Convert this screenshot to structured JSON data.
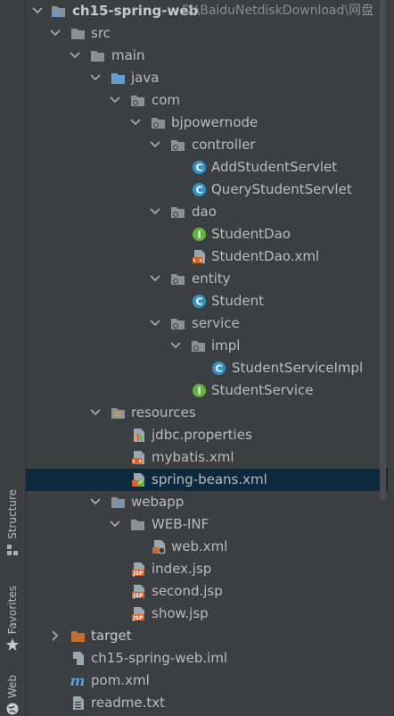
{
  "side_tabs": {
    "structure": "Structure",
    "favorites": "Favorites",
    "web": "Web"
  },
  "project": {
    "name": "ch15-spring-web",
    "path": "D:\\BaiduNetdiskDownload\\网盘"
  },
  "tree": {
    "src": "src",
    "main": "main",
    "java": "java",
    "com": "com",
    "bjpowernode": "bjpowernode",
    "controller": "controller",
    "add_student_servlet": "AddStudentServlet",
    "query_student_servlet": "QueryStudentServlet",
    "dao": "dao",
    "student_dao": "StudentDao",
    "student_dao_xml": "StudentDao.xml",
    "entity": "entity",
    "student": "Student",
    "service": "service",
    "impl": "impl",
    "student_service_impl": "StudentServiceImpl",
    "student_service": "StudentService",
    "resources": "resources",
    "jdbc_properties": "jdbc.properties",
    "mybatis_xml": "mybatis.xml",
    "spring_beans_xml": "spring-beans.xml",
    "webapp": "webapp",
    "web_inf": "WEB-INF",
    "web_xml": "web.xml",
    "index_jsp": "index.jsp",
    "second_jsp": "second.jsp",
    "show_jsp": "show.jsp",
    "target": "target",
    "iml": "ch15-spring-web.iml",
    "pom_xml": "pom.xml",
    "readme_txt": "readme.txt"
  },
  "colors": {
    "background": "#3c3f41",
    "selection": "#0d293e",
    "text": "#bbbbbb",
    "folder": "#8a9095",
    "source_folder": "#5d9fd5",
    "class_icon": "#3592c4",
    "interface_icon": "#62b543",
    "xml_icon": "#d9622b",
    "target_folder": "#c56c2e"
  }
}
